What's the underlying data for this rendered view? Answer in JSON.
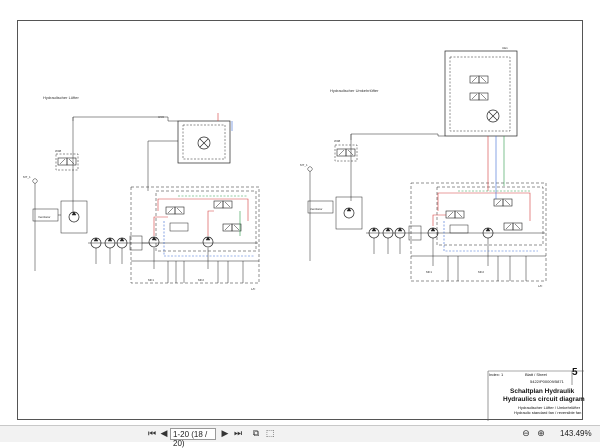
{
  "diagram": {
    "left_title": "Hydraulischer Lüfter",
    "right_title": "Hydraulischer Umkehrlüfter"
  },
  "title_block": {
    "index_label": "Index: 1",
    "sheet_label": "Blatt / Sheet",
    "number": "5",
    "doc_code": "5422/P00009/5871",
    "title_de": "Schaltplan Hydraulik",
    "title_en": "Hydraulics circuit diagram",
    "sub_de": "Hydraulischer Lüfter / Umkehrlüfter",
    "sub_en": "Hydraulic standard fan / reversible fan"
  },
  "toolbar": {
    "first_icon": "first-page-icon",
    "prev_icon": "previous-page-icon",
    "page_value": "1-20 (18 / 20)",
    "next_icon": "next-page-icon",
    "last_icon": "last-page-icon",
    "zoom": "143.49%"
  }
}
